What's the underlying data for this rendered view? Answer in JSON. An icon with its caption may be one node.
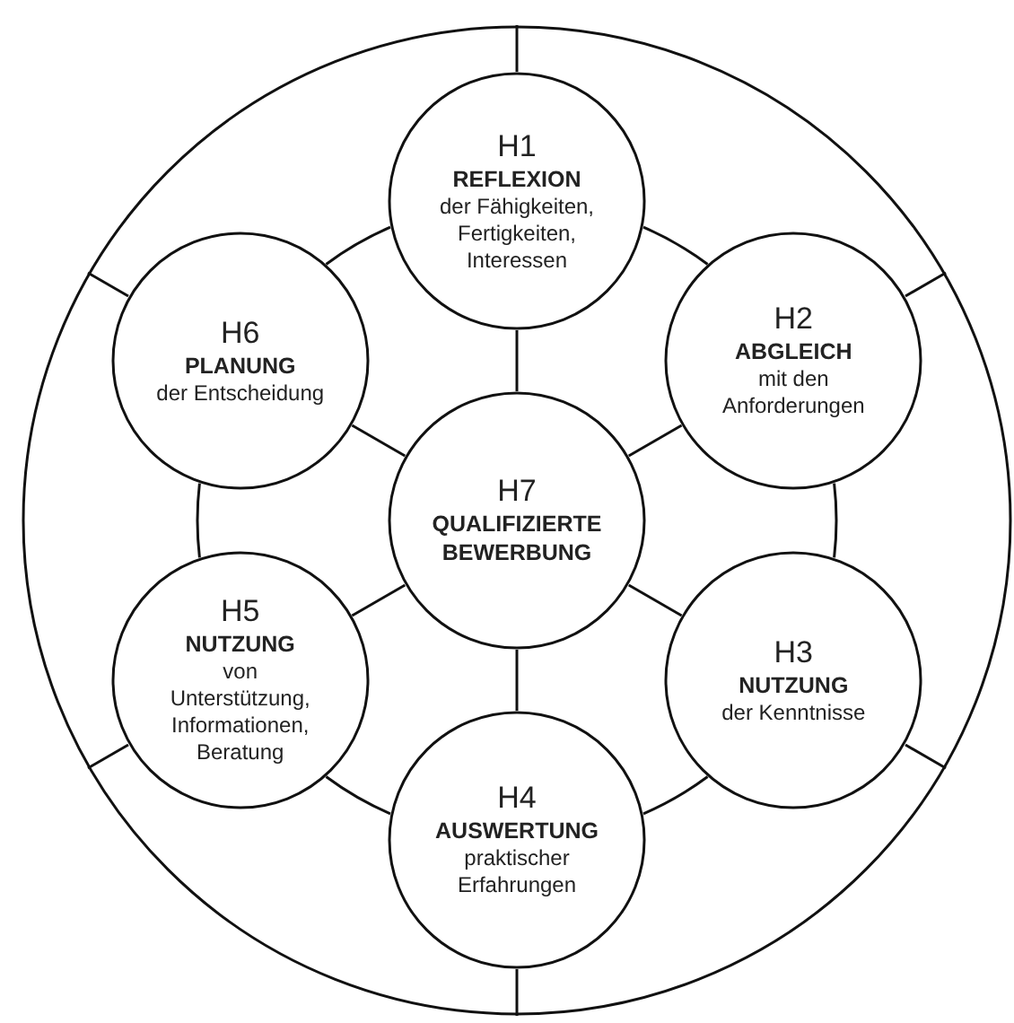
{
  "diagram": {
    "nodes": [
      {
        "text": [],
        "shape": "circle"
      },
      {
        "text": [
          "H1",
          "REFLEXION",
          "der Fähigkeiten, Fertigkeiten, Interessen"
        ],
        "in": 0
      },
      {
        "text": [
          "H2",
          "ABGLEICH",
          "mit den Anforderungen"
        ],
        "in": 0
      },
      {
        "text": [
          "H3",
          "NUTZUNG",
          "der Kenntnisse"
        ],
        "in": 0
      },
      {
        "text": [
          "H4",
          "AUSWERTUNG",
          "praktischer Erfahrungen"
        ],
        "in": 0
      },
      {
        "text": [
          "H5",
          "NUTZUNG",
          "von Unterstützung, Informationen, Beratung"
        ],
        "in": 0
      },
      {
        "text": [
          "H6",
          "PLANUNG",
          "der Entscheidung"
        ],
        "in": 0
      },
      {
        "text": [
          "H7",
          "QUALIFIZIERTE BEWERBUNG"
        ],
        "in": 0
      }
    ],
    "edges": [
      {
        "from": 7,
        "to": 1,
        "arrow": "none"
      },
      {
        "from": 7,
        "to": 2,
        "arrow": "none"
      },
      {
        "from": 7,
        "to": 3,
        "arrow": "none"
      },
      {
        "from": 7,
        "to": 4,
        "arrow": "none"
      },
      {
        "from": 7,
        "to": 5,
        "arrow": "none"
      },
      {
        "from": 7,
        "to": 6,
        "arrow": "none"
      },
      {
        "from": 1,
        "to": 2,
        "arrow": "none"
      },
      {
        "from": 2,
        "to": 3,
        "arrow": "none"
      },
      {
        "from": 3,
        "to": 4,
        "arrow": "none"
      },
      {
        "from": 4,
        "to": 5,
        "arrow": "none"
      },
      {
        "from": 5,
        "to": 6,
        "arrow": "none"
      },
      {
        "from": 6,
        "to": 1,
        "arrow": "none"
      },
      {
        "from": 1,
        "to": 0,
        "arrow": "none"
      },
      {
        "from": 2,
        "to": 0,
        "arrow": "none"
      },
      {
        "from": 3,
        "to": 0,
        "arrow": "none"
      },
      {
        "from": 4,
        "to": 0,
        "arrow": "none"
      },
      {
        "from": 5,
        "to": 0,
        "arrow": "none"
      },
      {
        "from": 6,
        "to": 0,
        "arrow": "none"
      }
    ]
  }
}
